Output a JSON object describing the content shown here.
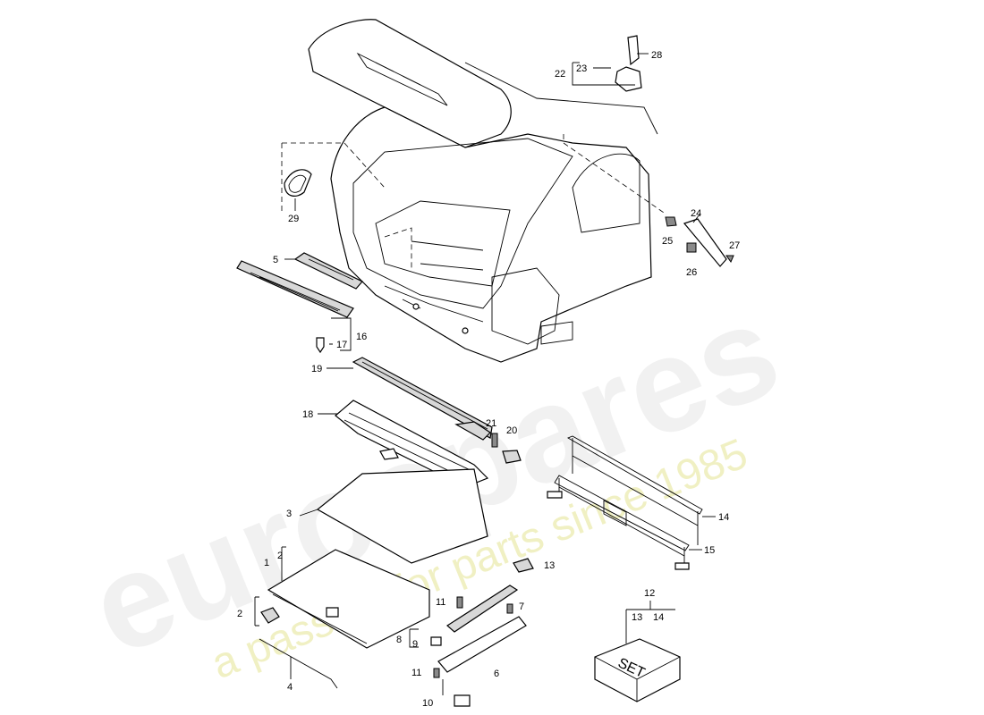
{
  "watermark": {
    "brand": "eurospares",
    "tagline": "a passion for parts since 1985"
  },
  "set_box": {
    "label": "SET"
  },
  "callouts": {
    "c1": "1",
    "c2a": "2",
    "c2b": "2",
    "c3": "3",
    "c4": "4",
    "c5": "5",
    "c6": "6",
    "c7": "7",
    "c8": "8",
    "c9": "9",
    "c10": "10",
    "c11a": "11",
    "c11b": "11",
    "c12": "12",
    "c13a": "13",
    "c13b": "13",
    "c14a": "14",
    "c14b": "14",
    "c15": "15",
    "c16": "16",
    "c17": "17",
    "c18": "18",
    "c19": "19",
    "c20": "20",
    "c21": "21",
    "c22": "22",
    "c23": "23",
    "c24": "24",
    "c25": "25",
    "c26": "26",
    "c27": "27",
    "c28": "28",
    "c29": "29"
  }
}
